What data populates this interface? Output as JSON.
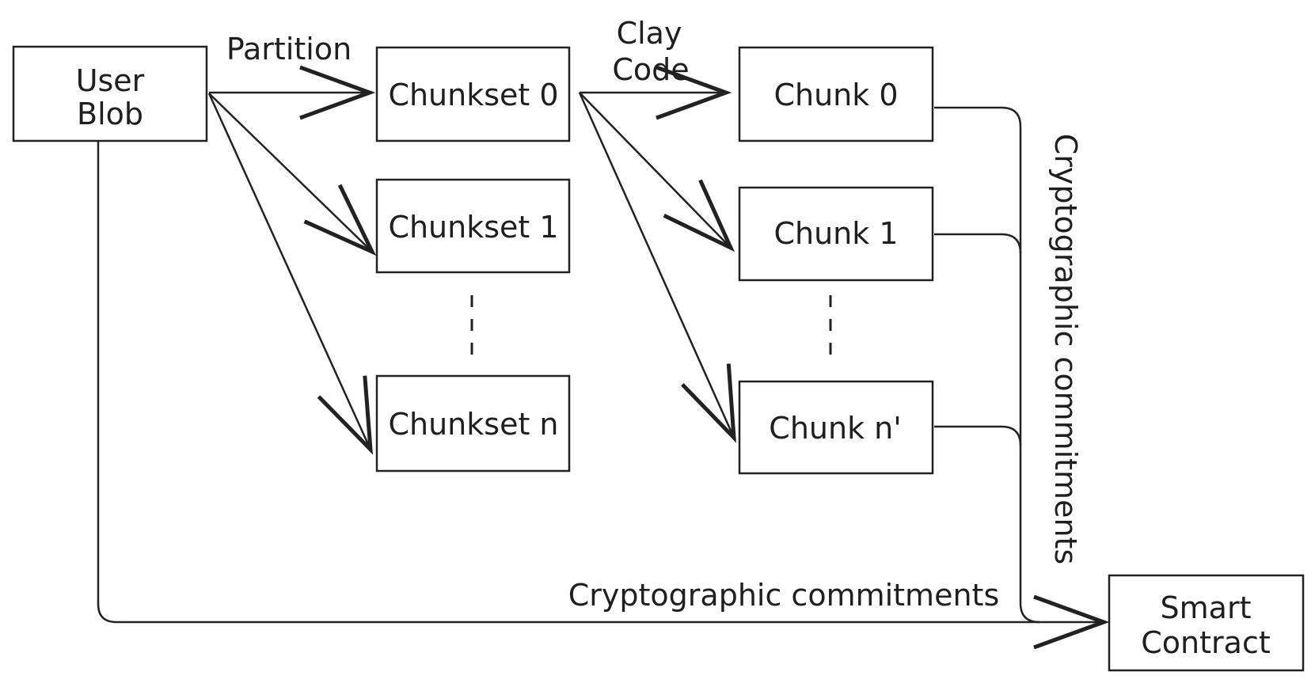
{
  "diagram": {
    "nodes": {
      "user_blob": {
        "lines": [
          "User",
          "Blob"
        ]
      },
      "chunkset0": {
        "label": "Chunkset 0"
      },
      "chunkset1": {
        "label": "Chunkset 1"
      },
      "chunksetn": {
        "label": "Chunkset n"
      },
      "chunk0": {
        "label": "Chunk 0"
      },
      "chunk1": {
        "label": "Chunk 1"
      },
      "chunkn": {
        "label": "Chunk n'"
      },
      "smart_contract": {
        "lines": [
          "Smart",
          "Contract"
        ]
      }
    },
    "edge_labels": {
      "partition": "Partition",
      "clay_code_lines": [
        "Clay",
        "Code"
      ],
      "commitments_horizontal": "Cryptographic commitments",
      "commitments_vertical": "Cryptographic commitments"
    },
    "colors": {
      "line": "#222222",
      "text": "#1f1f1f",
      "background": "#ffffff"
    }
  }
}
